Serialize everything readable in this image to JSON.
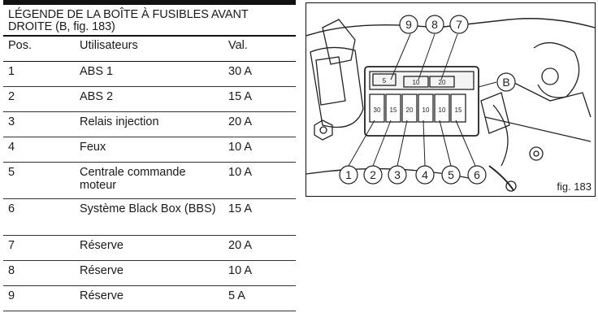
{
  "table": {
    "title_line1": "LÉGENDE DE LA BOÎTE À FUSIBLES AVANT",
    "title_line2": "DROITE (B, fig. 183)",
    "headers": {
      "pos": "Pos.",
      "users": "Utilisateurs",
      "val": "Val."
    },
    "rows": [
      {
        "pos": "1",
        "user": "ABS 1",
        "val": "30 A"
      },
      {
        "pos": "2",
        "user": "ABS 2",
        "val": "15 A"
      },
      {
        "pos": "3",
        "user": "Relais injection",
        "val": "20 A"
      },
      {
        "pos": "4",
        "user": "Feux",
        "val": "10 A"
      },
      {
        "pos": "5",
        "user": "Centrale commande moteur",
        "val": "10 A"
      },
      {
        "pos": "6",
        "user": "Système Black Box (BBS)",
        "val": "15 A"
      },
      {
        "pos": "7",
        "user": "Réserve",
        "val": "20 A"
      },
      {
        "pos": "8",
        "user": "Réserve",
        "val": "10 A"
      },
      {
        "pos": "9",
        "user": "Réserve",
        "val": "5 A"
      }
    ]
  },
  "figure": {
    "caption": "fig. 183",
    "callout_box": "B",
    "callouts": [
      "1",
      "2",
      "3",
      "4",
      "5",
      "6",
      "7",
      "8",
      "9"
    ],
    "fuse_labels_bottom": [
      "30",
      "15",
      "20",
      "10",
      "10",
      "15"
    ],
    "fuse_labels_top": [
      "5",
      "10",
      "20"
    ]
  }
}
